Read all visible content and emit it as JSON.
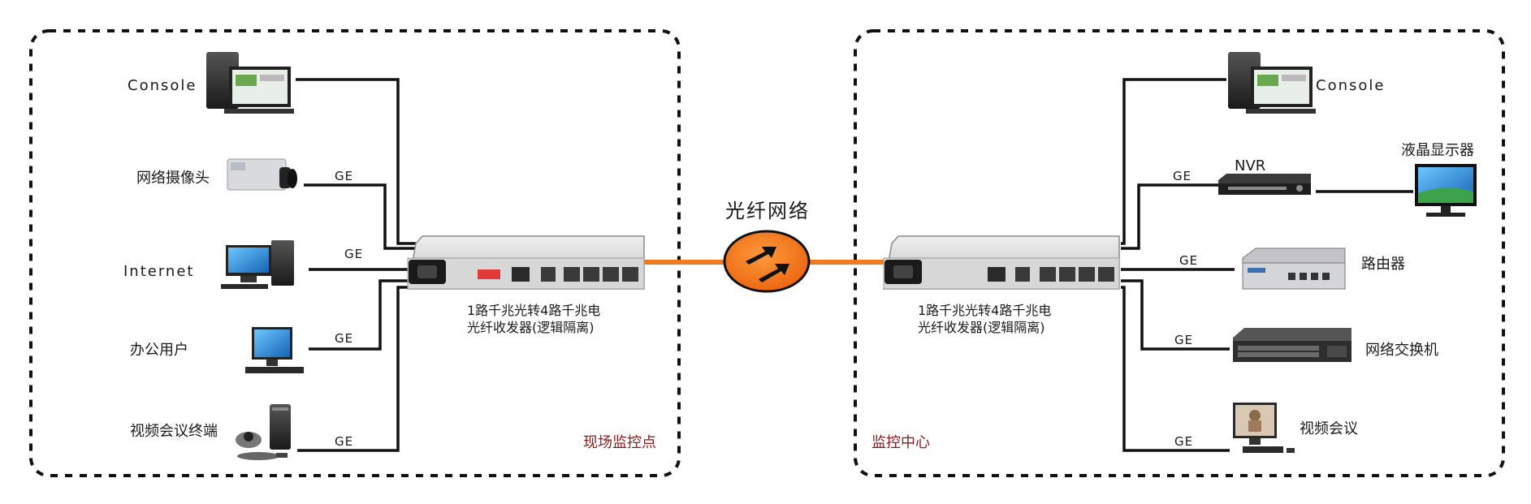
{
  "network_label": "光纤网络",
  "left_site": {
    "zone_label": "现场监控点",
    "device_caption_line1": "1路千兆光转4路千兆电",
    "device_caption_line2": "光纤收发器(逻辑隔离)",
    "devices": [
      {
        "label": "Console",
        "link": "",
        "icon": "desktop-pc-icon"
      },
      {
        "label": "网络摄像头",
        "link": "GE",
        "icon": "ip-camera-icon"
      },
      {
        "label": "Internet",
        "link": "GE",
        "icon": "computer-tower-icon"
      },
      {
        "label": "办公用户",
        "link": "GE",
        "icon": "office-pc-icon"
      },
      {
        "label": "视频会议终端",
        "link": "GE",
        "icon": "video-conference-terminal-icon"
      }
    ]
  },
  "right_site": {
    "zone_label": "监控中心",
    "device_caption_line1": "1路千兆光转4路千兆电",
    "device_caption_line2": "光纤收发器(逻辑隔离)",
    "devices": [
      {
        "label": "Console",
        "link": "",
        "icon": "desktop-pc-icon"
      },
      {
        "label": "NVR",
        "link": "GE",
        "icon": "nvr-icon"
      },
      {
        "label": "液晶显示器",
        "link": "",
        "icon": "lcd-monitor-icon"
      },
      {
        "label": "路由器",
        "link": "GE",
        "icon": "router-icon"
      },
      {
        "label": "网络交换机",
        "link": "GE",
        "icon": "network-switch-icon"
      },
      {
        "label": "视频会议",
        "link": "GE",
        "icon": "video-conference-pc-icon"
      }
    ]
  },
  "colors": {
    "fiber": "#f07a1c",
    "zone_text": "#8a1a1a",
    "cloud": "#f5761a"
  }
}
